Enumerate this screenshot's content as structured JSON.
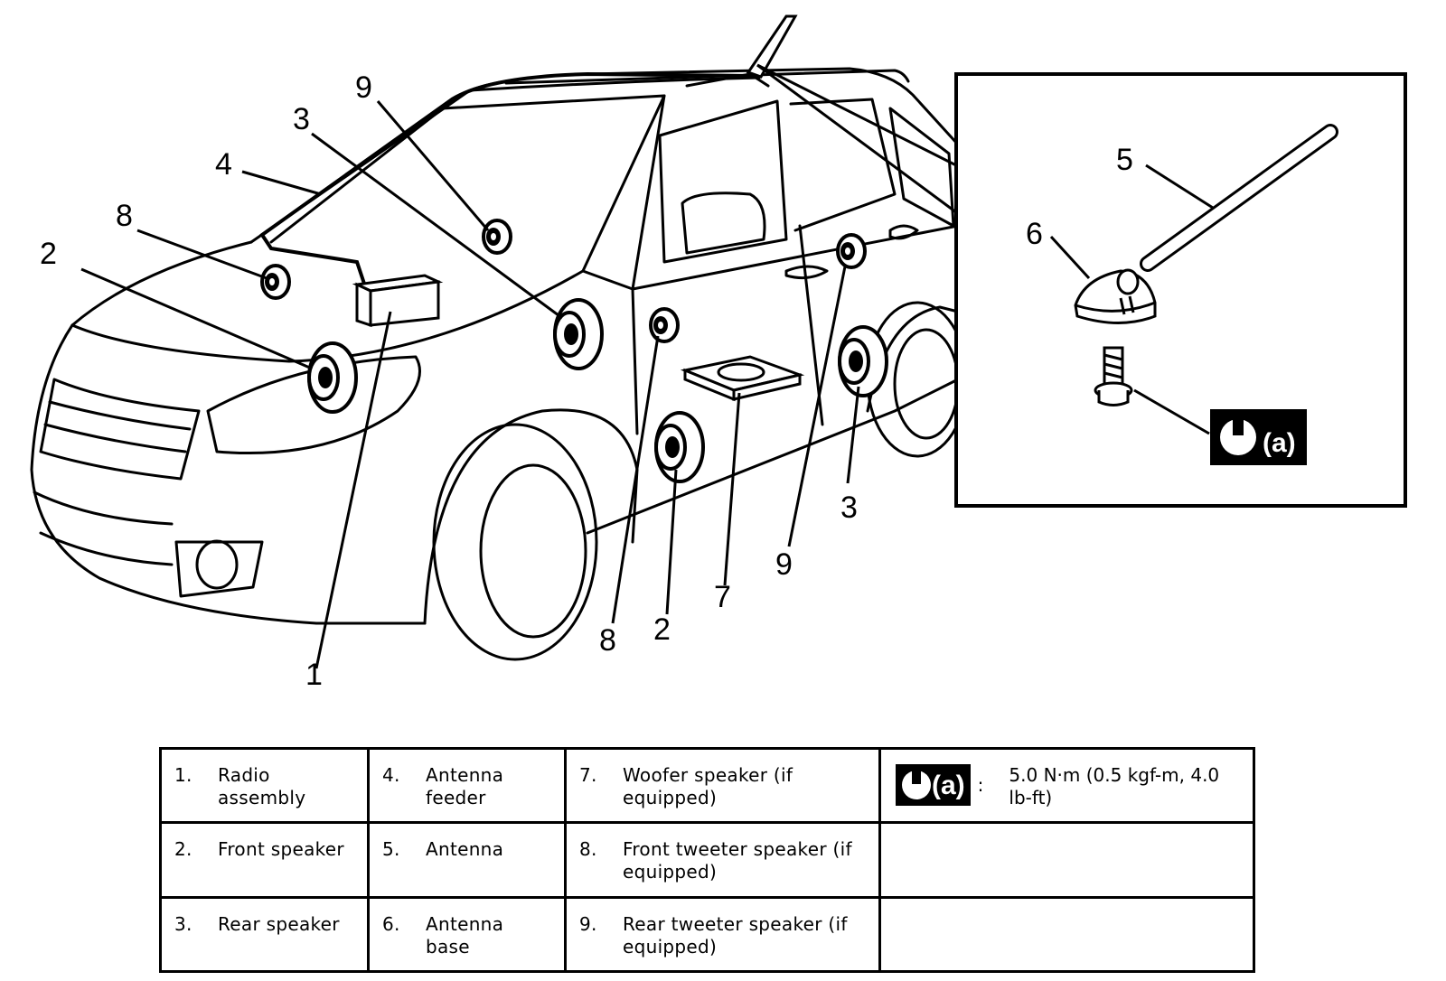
{
  "callouts": {
    "radio": "1",
    "front_speaker": "2",
    "rear_speaker": "3",
    "antenna_feeder": "4",
    "antenna": "5",
    "antenna_base": "6",
    "woofer": "7",
    "front_tweeter": "8",
    "rear_tweeter": "9"
  },
  "badge_label": "(a)",
  "legend": {
    "rows": [
      [
        {
          "num": "1.",
          "text": "Radio assembly"
        },
        {
          "num": "4.",
          "text": "Antenna feeder"
        },
        {
          "num": "7.",
          "text": "Woofer speaker (if equipped)"
        }
      ],
      [
        {
          "num": "2.",
          "text": "Front speaker"
        },
        {
          "num": "5.",
          "text": "Antenna"
        },
        {
          "num": "8.",
          "text": "Front tweeter speaker (if equipped)"
        }
      ],
      [
        {
          "num": "3.",
          "text": "Rear speaker"
        },
        {
          "num": "6.",
          "text": "Antenna base"
        },
        {
          "num": "9.",
          "text": "Rear tweeter speaker (if equipped)"
        }
      ]
    ],
    "torque": {
      "badge": "(a)",
      "separator": ":",
      "value": "5.0 N·m (0.5 kgf-m, 4.0 lb-ft)"
    }
  }
}
